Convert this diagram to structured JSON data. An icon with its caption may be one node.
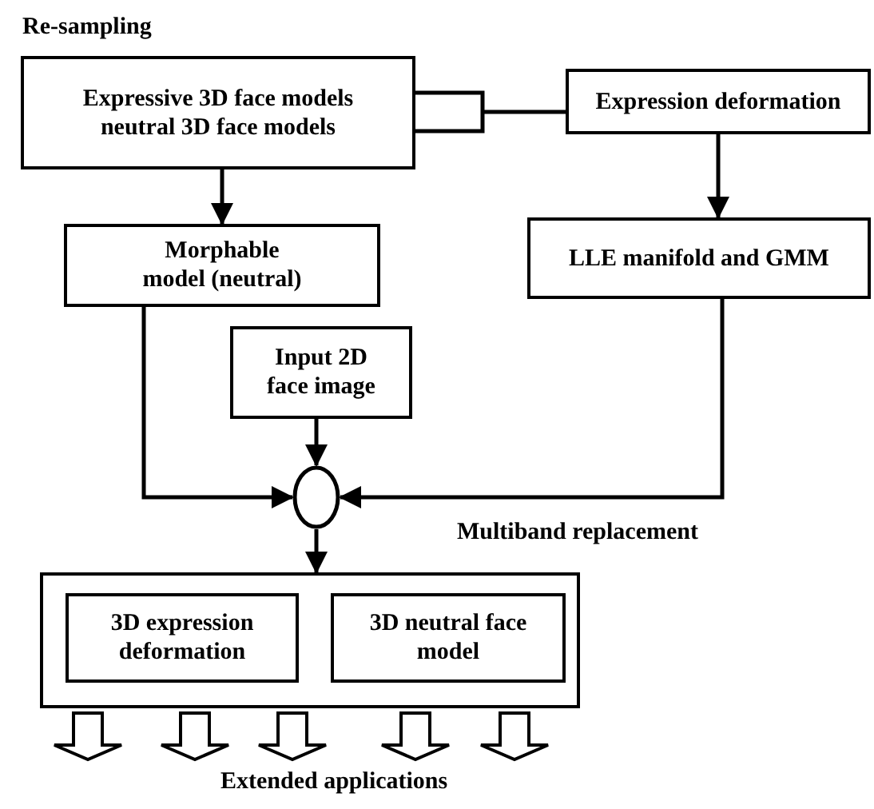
{
  "diagram": {
    "nodes": [
      {
        "text": [
          "Expressive 3D face models",
          "neutral 3D face models"
        ]
      },
      {
        "text": [
          "Expression deformation"
        ]
      },
      {
        "text": [
          "Morphable model (neutral)"
        ]
      },
      {
        "text": [
          "LLE manifold and GMM"
        ]
      },
      {
        "text": [
          "Input 2D face image"
        ]
      },
      {
        "text": [],
        "shape": "circle"
      },
      {
        "text": [],
        "shape": "box"
      },
      {
        "text": [
          "3D expression deformation"
        ],
        "in": 6
      },
      {
        "text": [
          "3D neutral face model"
        ],
        "in": 6
      }
    ],
    "edges": [
      {
        "from": 0,
        "to": 2,
        "arrow": "to"
      },
      {
        "from": 0,
        "to": 1,
        "arrow": "none"
      },
      {
        "from": 1,
        "to": 3,
        "arrow": "to"
      },
      {
        "from": 2,
        "to": 5,
        "arrow": "to"
      },
      {
        "from": 4,
        "to": 5,
        "arrow": "to"
      },
      {
        "from": 3,
        "to": 5,
        "arrow": "to",
        "label": "Multiband replacement"
      },
      {
        "from": 5,
        "to": 6,
        "arrow": "to"
      },
      {
        "from": 6,
        "to": null,
        "arrow": "to"
      },
      {
        "from": 6,
        "to": null,
        "arrow": "to"
      },
      {
        "from": 6,
        "to": null,
        "arrow": "to"
      },
      {
        "from": 6,
        "to": null,
        "arrow": "to"
      },
      {
        "from": 6,
        "to": null,
        "arrow": "to"
      }
    ],
    "labels": [
      "Re-sampling",
      "Extended applications"
    ]
  }
}
